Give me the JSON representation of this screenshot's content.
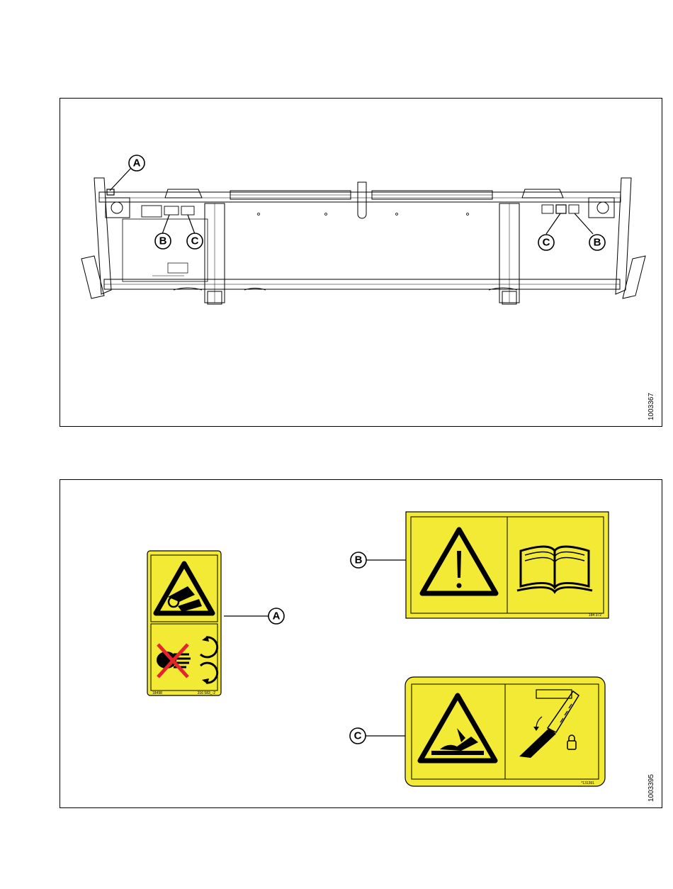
{
  "figure1": {
    "id": "1003367",
    "callouts": [
      "A",
      "B",
      "C",
      "C",
      "B"
    ]
  },
  "figure2": {
    "id": "1003395",
    "decals": {
      "A": {
        "label": "A",
        "code": "316 583_-2",
        "code_left": "18498"
      },
      "B": {
        "label": "B",
        "code": "184 372"
      },
      "C": {
        "label": "C",
        "code": "*131391"
      }
    }
  },
  "colors": {
    "decal_yellow": "#f3ea35",
    "line": "#000000",
    "stop_red": "#e4262c"
  }
}
